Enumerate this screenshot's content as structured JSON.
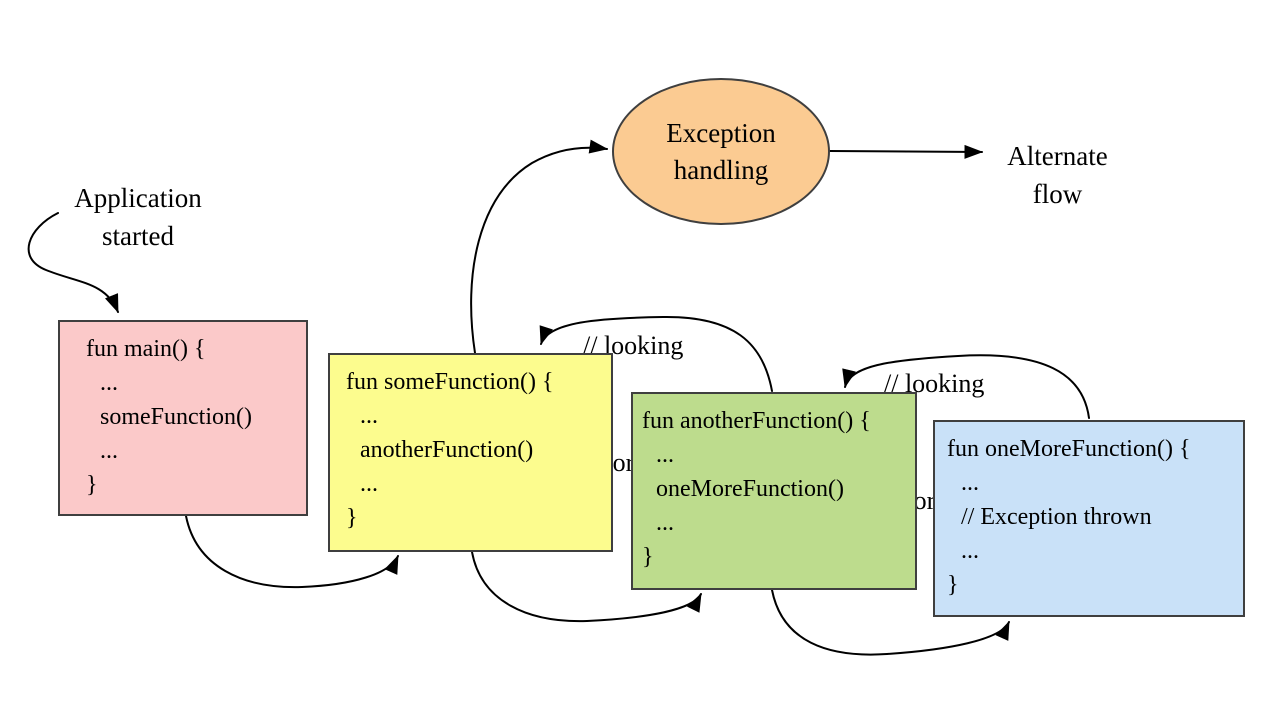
{
  "colors": {
    "background": "#FFFFFF",
    "node_border": "#3F3F3F",
    "arrow": "#000000",
    "ellipse_fill": "#FBCB92",
    "main_box_fill": "#FBC9C9",
    "some_box_fill": "#FCFC8E",
    "another_box_fill": "#BDDC8D",
    "onemore_box_fill": "#C9E1F8"
  },
  "labels": {
    "application_started": [
      "Application",
      "started"
    ],
    "alternate_flow": [
      "Alternate",
      "flow"
    ],
    "looking_for_handler_1": [
      "// looking",
      "// for handler"
    ],
    "looking_for_handler_2": [
      "// looking",
      "// for handler"
    ]
  },
  "ellipse": {
    "fill": "#FBCB92",
    "lines": [
      "Exception",
      "handling"
    ]
  },
  "boxes": [
    {
      "id": "main",
      "fill": "#FBC9C9",
      "lines": [
        "fun main() {",
        "...",
        "someFunction()",
        "...",
        "}"
      ]
    },
    {
      "id": "someFunction",
      "fill": "#FCFC8E",
      "lines": [
        "fun someFunction() {",
        "...",
        "anotherFunction()",
        "...",
        "}"
      ]
    },
    {
      "id": "anotherFunction",
      "fill": "#BDDC8D",
      "lines": [
        "fun anotherFunction() {",
        "...",
        "oneMoreFunction()",
        "...",
        "}"
      ]
    },
    {
      "id": "oneMoreFunction",
      "fill": "#C9E1F8",
      "lines": [
        "fun oneMoreFunction() {",
        "...",
        "// Exception thrown",
        "...",
        "}"
      ]
    }
  ],
  "edges": [
    {
      "from": "application-started",
      "to": "main"
    },
    {
      "from": "main",
      "to": "someFunction",
      "kind": "call"
    },
    {
      "from": "someFunction",
      "to": "anotherFunction",
      "kind": "call"
    },
    {
      "from": "anotherFunction",
      "to": "oneMoreFunction",
      "kind": "call"
    },
    {
      "from": "oneMoreFunction",
      "to": "anotherFunction",
      "kind": "looking-for-handler"
    },
    {
      "from": "anotherFunction",
      "to": "someFunction",
      "kind": "looking-for-handler"
    },
    {
      "from": "someFunction",
      "to": "exception-handling",
      "kind": "propagate"
    },
    {
      "from": "exception-handling",
      "to": "alternate-flow"
    }
  ]
}
